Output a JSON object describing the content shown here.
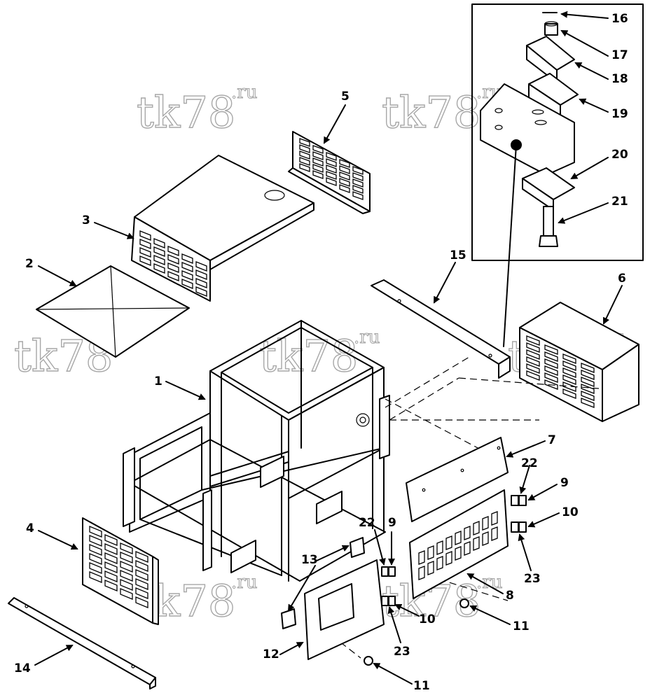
{
  "watermark": {
    "text": "tk78",
    "suffix": ".ru"
  },
  "callouts": [
    "1",
    "2",
    "3",
    "4",
    "5",
    "6",
    "7",
    "8",
    "9",
    "9",
    "10",
    "10",
    "11",
    "11",
    "12",
    "13",
    "14",
    "15",
    "16",
    "17",
    "18",
    "19",
    "20",
    "21",
    "22",
    "22",
    "23",
    "23"
  ],
  "colors": {
    "ink": "#000000",
    "watermark": "#8a8a8a",
    "background": "#ffffff"
  }
}
